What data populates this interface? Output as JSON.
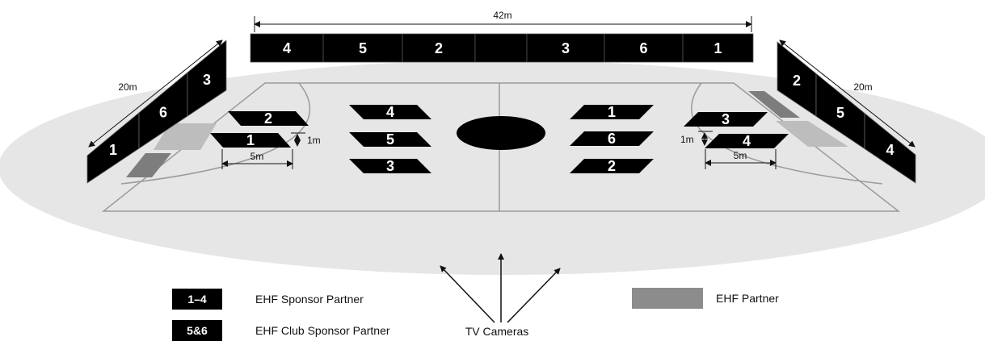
{
  "dimensions": {
    "top_length": "42m",
    "side_length_left": "20m",
    "side_length_right": "20m",
    "patch_width_left": "5m",
    "patch_width_right": "5m",
    "patch_gap_left": "1m",
    "patch_gap_right": "1m"
  },
  "top_board": [
    "4",
    "5",
    "2",
    "",
    "3",
    "6",
    "1"
  ],
  "left_board": [
    "1",
    "6",
    "3"
  ],
  "right_board": [
    "2",
    "5",
    "4"
  ],
  "floor_patches": {
    "left_group": [
      "2",
      "1"
    ],
    "center_left_column": [
      "4",
      "5",
      "3"
    ],
    "center_right_column": [
      "1",
      "6",
      "2"
    ],
    "right_group": [
      "3",
      "4"
    ]
  },
  "cameras_label": "TV Cameras",
  "legend": {
    "sponsor_swatch": "1–4",
    "sponsor_label": "EHF Sponsor Partner",
    "club_swatch": "5&6",
    "club_label": "EHF Club Sponsor Partner",
    "partner_label": "EHF Partner"
  },
  "colors": {
    "board": "#000000",
    "floor": "#e6e6e6",
    "court_line": "#9a9a9a",
    "partner_grey": "#8c8c8c"
  }
}
